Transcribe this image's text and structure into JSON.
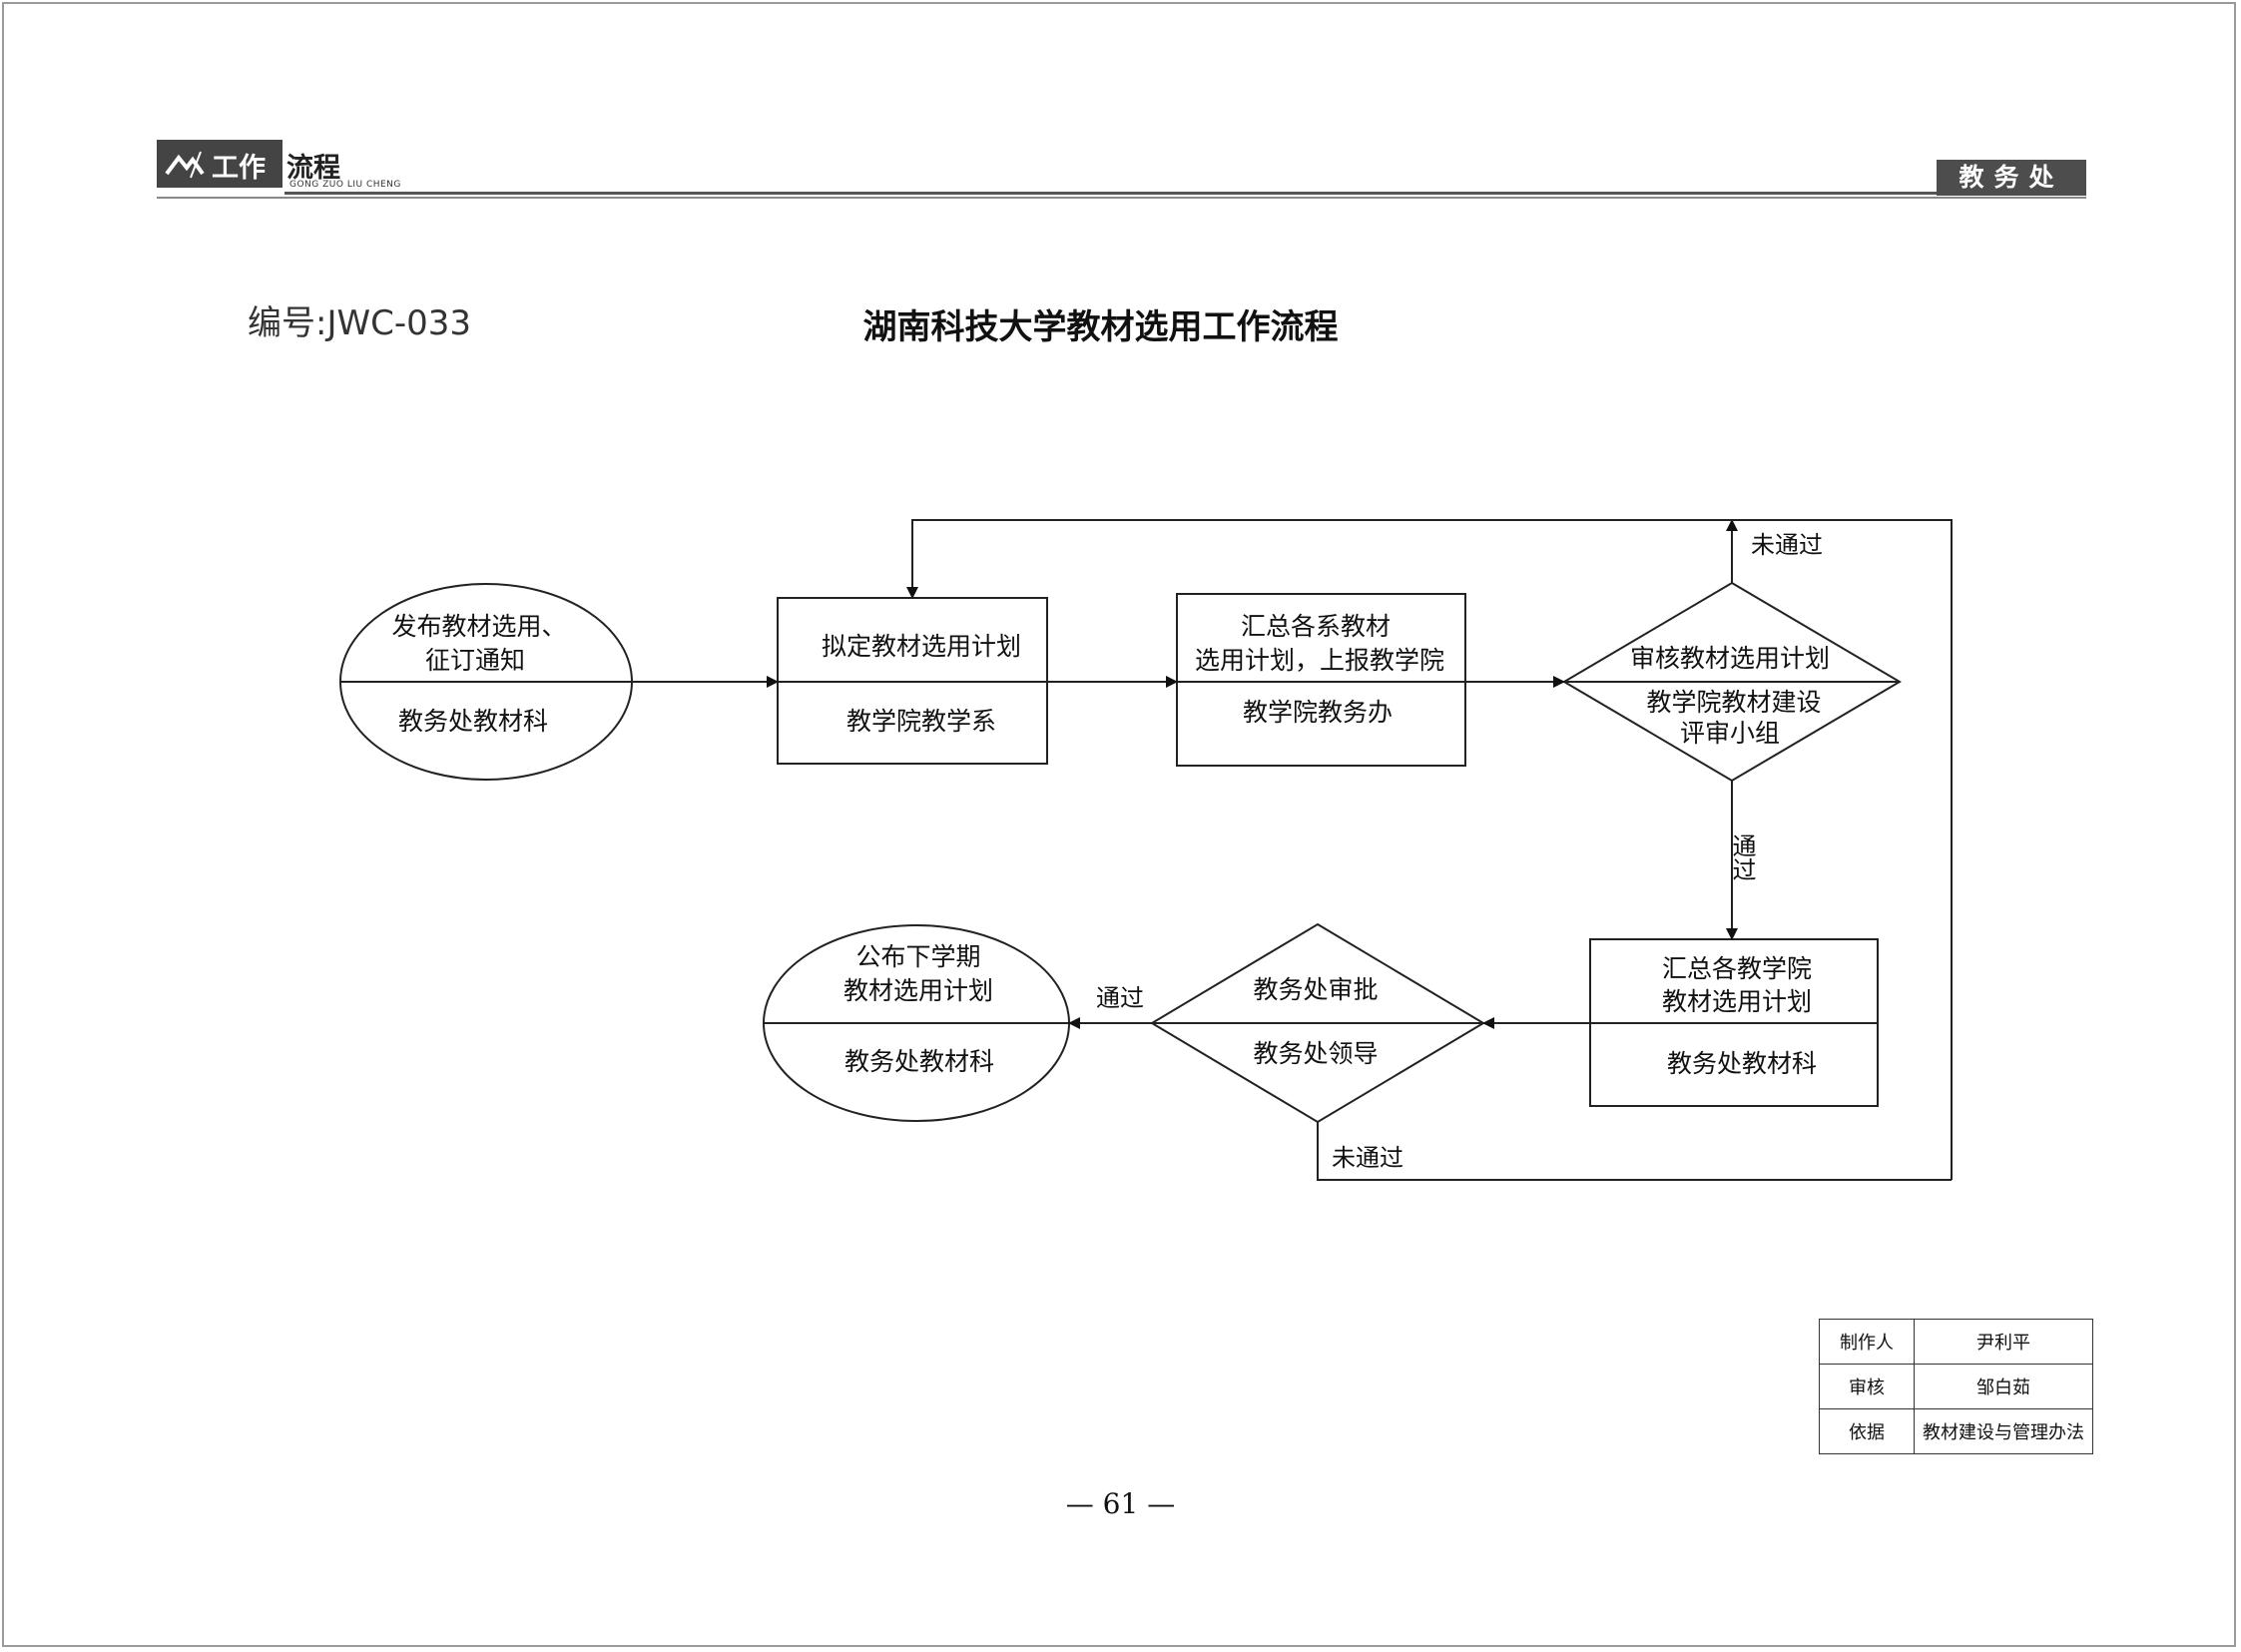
{
  "header": {
    "logo_prefix": "工作",
    "logo_main": "流程",
    "logo_sub": "GONG ZUO LIU CHENG",
    "department": "教务处"
  },
  "document": {
    "number": "编号:JWC-033",
    "title": "湖南科技大学教材选用工作流程"
  },
  "flow": {
    "nodes": {
      "publish_notice": {
        "lines": [
          "发布教材选用、",
          "征订通知"
        ],
        "owner": "教务处教材科"
      },
      "draft_plan": {
        "lines": [
          "拟定教材选用计划"
        ],
        "owner": "教学院教学系"
      },
      "summarize_departments": {
        "lines": [
          "汇总各系教材",
          "选用计划，上报教学院"
        ],
        "owner": "教学院教务办"
      },
      "review_plan": {
        "lines": [
          "审核教材选用计划"
        ],
        "owner_lines": [
          "教学院教材建设",
          "评审小组"
        ]
      },
      "summarize_colleges": {
        "lines": [
          "汇总各教学院",
          "教材选用计划"
        ],
        "owner": "教务处教材科"
      },
      "approve": {
        "lines": [
          "教务处审批"
        ],
        "owner": "教务处领导"
      },
      "announce_plan": {
        "lines": [
          "公布下学期",
          "教材选用计划"
        ],
        "owner": "教务处教材科"
      }
    },
    "edge_labels": {
      "review_fail": "未通过",
      "review_pass": "通过",
      "approve_pass": "通过",
      "approve_fail": "未通过"
    }
  },
  "meta_table": [
    {
      "key": "制作人",
      "value": "尹利平"
    },
    {
      "key": "审核",
      "value": "邹白茹"
    },
    {
      "key": "依据",
      "value": "教材建设与管理办法"
    }
  ],
  "footer": {
    "page_number": "— 61 —"
  }
}
